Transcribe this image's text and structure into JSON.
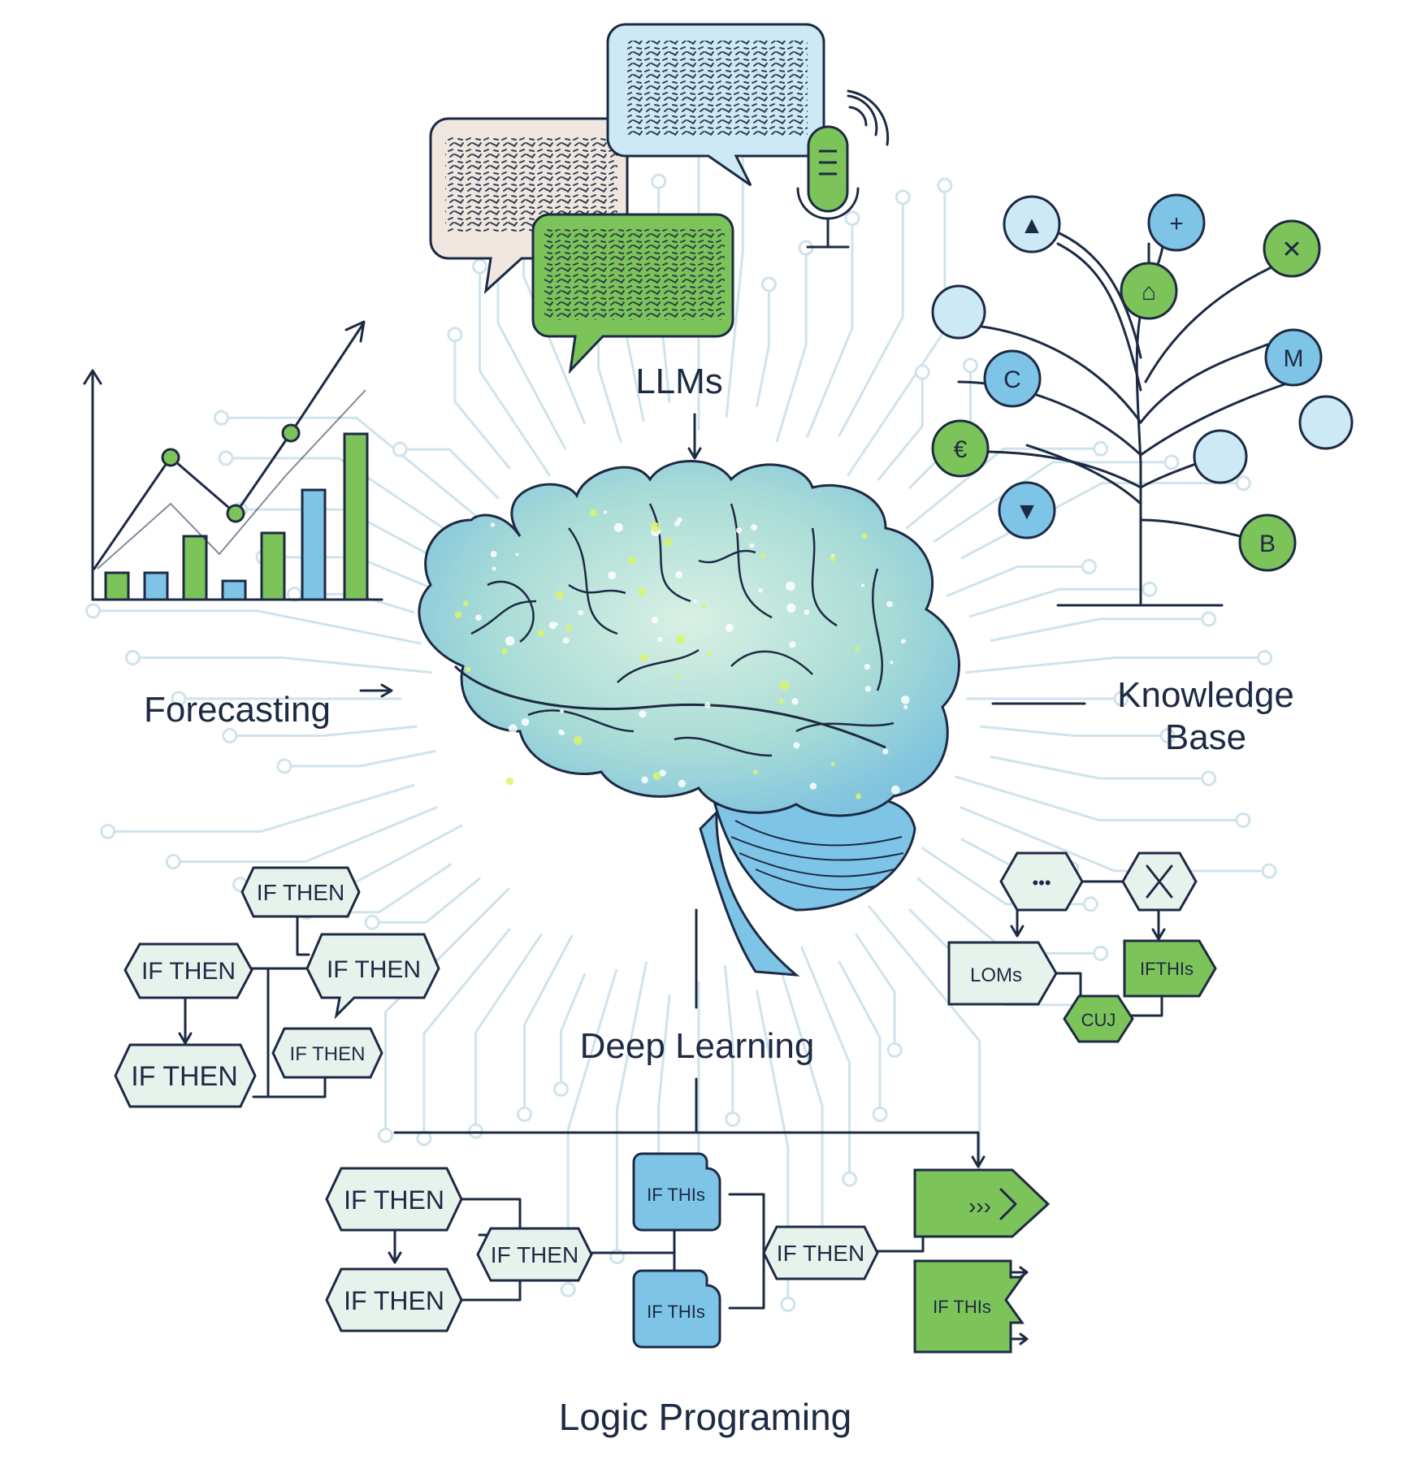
{
  "labels": {
    "llms": "LLMs",
    "forecasting": "Forecasting",
    "knowledge_base_line1": "Knowledge",
    "knowledge_base_line2": "Base",
    "deep_learning": "Deep Learning",
    "logic_programming": "Logic Programing"
  },
  "left_rules": [
    "IF THEN",
    "IF THEN",
    "IF THEN",
    "IF THEN",
    "IF THEN"
  ],
  "right_flow": {
    "ellipsis": "•••",
    "lom": "LOMs",
    "ifthis": "IFTHIs",
    "cu": "CUJ"
  },
  "bottom_flow": {
    "ifthen_a": "IF THEN",
    "ifthen_b": "IF THEN",
    "ifthen_c": "IF THEN",
    "ifthen_d": "IF THEN",
    "ifthis_a": "IF THIs",
    "ifthis_b": "IF THIs",
    "ifthis_c": "IF THIs",
    "arrow_tag": "›››"
  },
  "tree_nodes": [
    "▲",
    "+",
    "✕",
    "⌂",
    "M",
    "C",
    "€",
    "▼",
    "B"
  ],
  "colors": {
    "ink": "#1d2a44",
    "green": "#7cc35a",
    "blue": "#7ec4e6",
    "light_green": "#e6f2e4",
    "light_blue": "#cde9f5",
    "beige": "#efe6df",
    "circuit": "#cfe3ec"
  }
}
